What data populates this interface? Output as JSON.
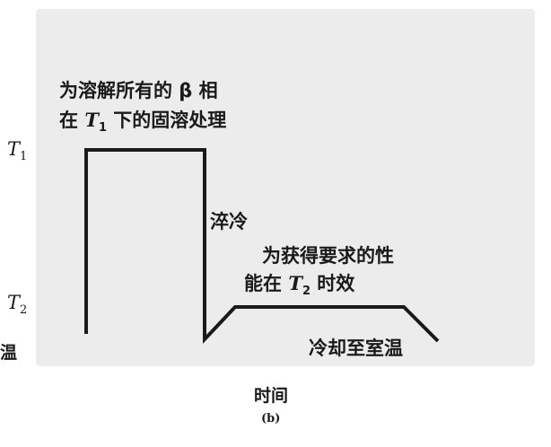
{
  "figure": {
    "solution_label_line1": "为溶解所有的 β 相",
    "solution_label_line2_prefix": "在 ",
    "solution_label_line2_T": "T",
    "solution_label_line2_sub": "1",
    "solution_label_line2_suffix": " 下的固溶处理",
    "quench_label": "淬冷",
    "aging_label_line1": "为获得要求的性",
    "aging_label_line2_prefix": "能在 ",
    "aging_label_line2_T": "T",
    "aging_label_line2_sub": "2",
    "aging_label_line2_suffix": " 时效",
    "cooling_label": "冷却至室温",
    "y_tick_T1": "T",
    "y_tick_T1_sub": "1",
    "y_tick_T2": "T",
    "y_tick_T2_sub": "2",
    "y_tick_room": "温",
    "x_axis_label": "时间",
    "panel_label": "(b)"
  },
  "colors": {
    "line": "#1a1a1a",
    "scan_background": "#ececec"
  }
}
